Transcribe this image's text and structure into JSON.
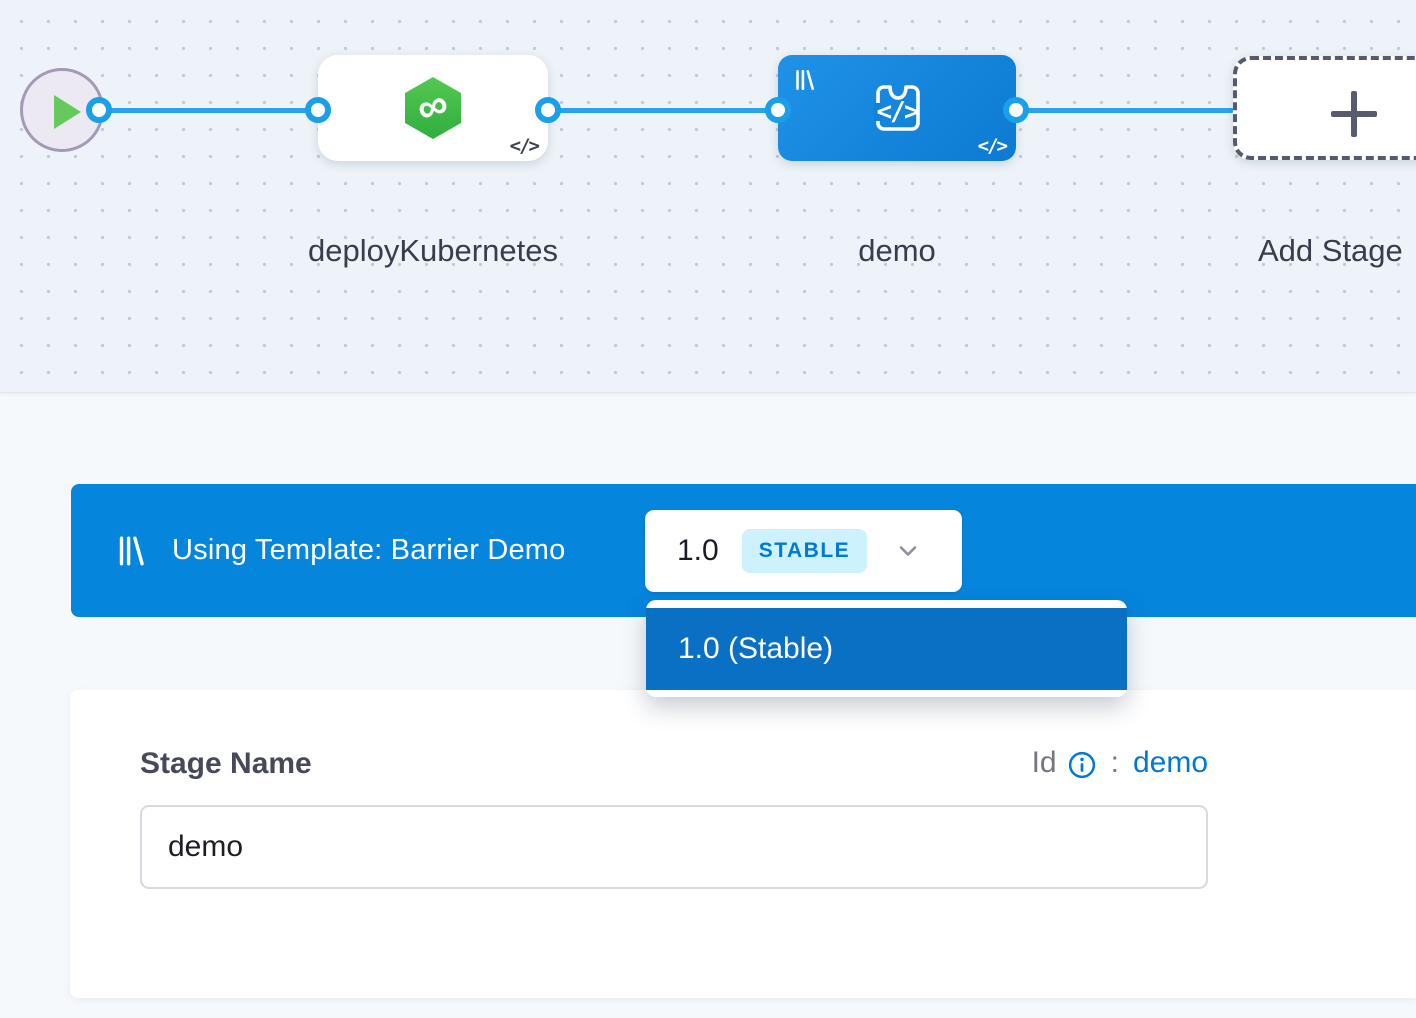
{
  "canvas": {
    "start_node": {
      "icon": "play-icon"
    },
    "stages": [
      {
        "label": "deployKubernetes",
        "icon": "deploy-hexagon-infinity-icon",
        "type": "deployment"
      },
      {
        "label": "demo",
        "icon": "custom-stage-code-icon",
        "type": "custom-template",
        "selected": true
      }
    ],
    "add_stage_label": "Add Stage",
    "edges": 3,
    "ports": 5
  },
  "template_bar": {
    "icon": "template-library-icon",
    "label": "Using Template: Barrier Demo",
    "version_value": "1.0",
    "version_badge": "STABLE",
    "chevron": "chevron-down-icon"
  },
  "version_dropdown": {
    "items": [
      {
        "label": "1.0 (Stable)",
        "selected": true
      }
    ]
  },
  "form": {
    "stage_name_label": "Stage Name",
    "stage_name_value": "demo",
    "id_label": "Id",
    "id_info_icon": "info-icon",
    "id_separator": ":",
    "id_value": "demo"
  },
  "glyphs": {
    "code": "</>",
    "infinity": "∞"
  },
  "colors": {
    "banner_blue": "#0685dd",
    "dropdown_item_blue": "#0a70c4",
    "edge_blue": "#29a3ea",
    "node_blue_gradient": [
      "#1f92e7",
      "#0c7ad1"
    ],
    "hexagon_green": "#3eb944",
    "play_green": "#66c95e",
    "stable_badge_bg": "#cdf2fd",
    "stable_badge_text": "#0278d5",
    "link_blue": "#0278d5",
    "label_slate": "#393c4d",
    "canvas_bg": "#edf3f8"
  }
}
